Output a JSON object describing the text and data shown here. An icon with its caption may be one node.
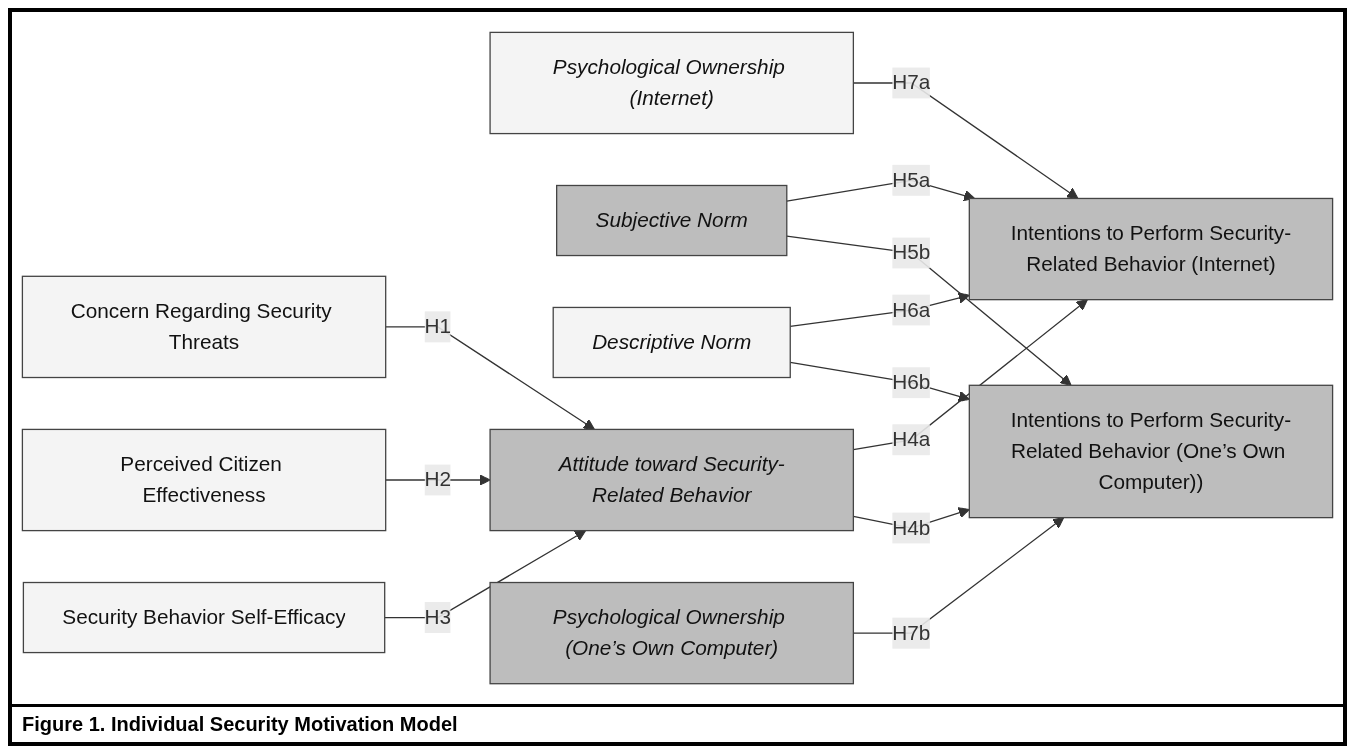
{
  "diagram": {
    "caption": "Figure 1. Individual Security Motivation Model",
    "nodes": [
      {
        "text": [
          "Subjective Norm"
        ]
      },
      {
        "text": [
          "Psychological Ownership (Internet)"
        ]
      },
      {
        "text": [
          "Descriptive Norm"
        ]
      },
      {
        "text": [
          "Intentions to Perform Security-Related Behavior (Internet)"
        ]
      },
      {
        "text": [
          "Concern Regarding Security Threats"
        ]
      },
      {
        "text": [
          "Perceived Citizen Effectiveness"
        ]
      },
      {
        "text": [
          "Attitude toward Security-Related Behavior"
        ]
      },
      {
        "text": [
          "Intentions to Perform Security-Related Behavior (One’s Own Computer))"
        ]
      },
      {
        "text": [
          "Security Behavior Self-Efficacy"
        ]
      },
      {
        "text": [
          "Psychological Ownership (One’s Own Computer)"
        ]
      }
    ],
    "edges": [
      {
        "from": 0,
        "to": 3,
        "label": "H5a",
        "arrow": "to"
      },
      {
        "from": 0,
        "to": 7,
        "label": "H5b",
        "arrow": "to"
      },
      {
        "from": 1,
        "to": 3,
        "label": "H7a",
        "arrow": "to"
      },
      {
        "from": 2,
        "to": 3,
        "label": "H6a",
        "arrow": "to"
      },
      {
        "from": 2,
        "to": 7,
        "label": "H6b",
        "arrow": "to"
      },
      {
        "from": 4,
        "to": 6,
        "label": "H1",
        "arrow": "to"
      },
      {
        "from": 5,
        "to": 6,
        "label": "H2",
        "arrow": "to"
      },
      {
        "from": 8,
        "to": 6,
        "label": "H3",
        "arrow": "to"
      },
      {
        "from": 6,
        "to": 3,
        "label": "H4a",
        "arrow": "to"
      },
      {
        "from": 6,
        "to": 7,
        "label": "H4b",
        "arrow": "to"
      },
      {
        "from": 9,
        "to": 7,
        "label": "H7b",
        "arrow": "to"
      }
    ]
  }
}
